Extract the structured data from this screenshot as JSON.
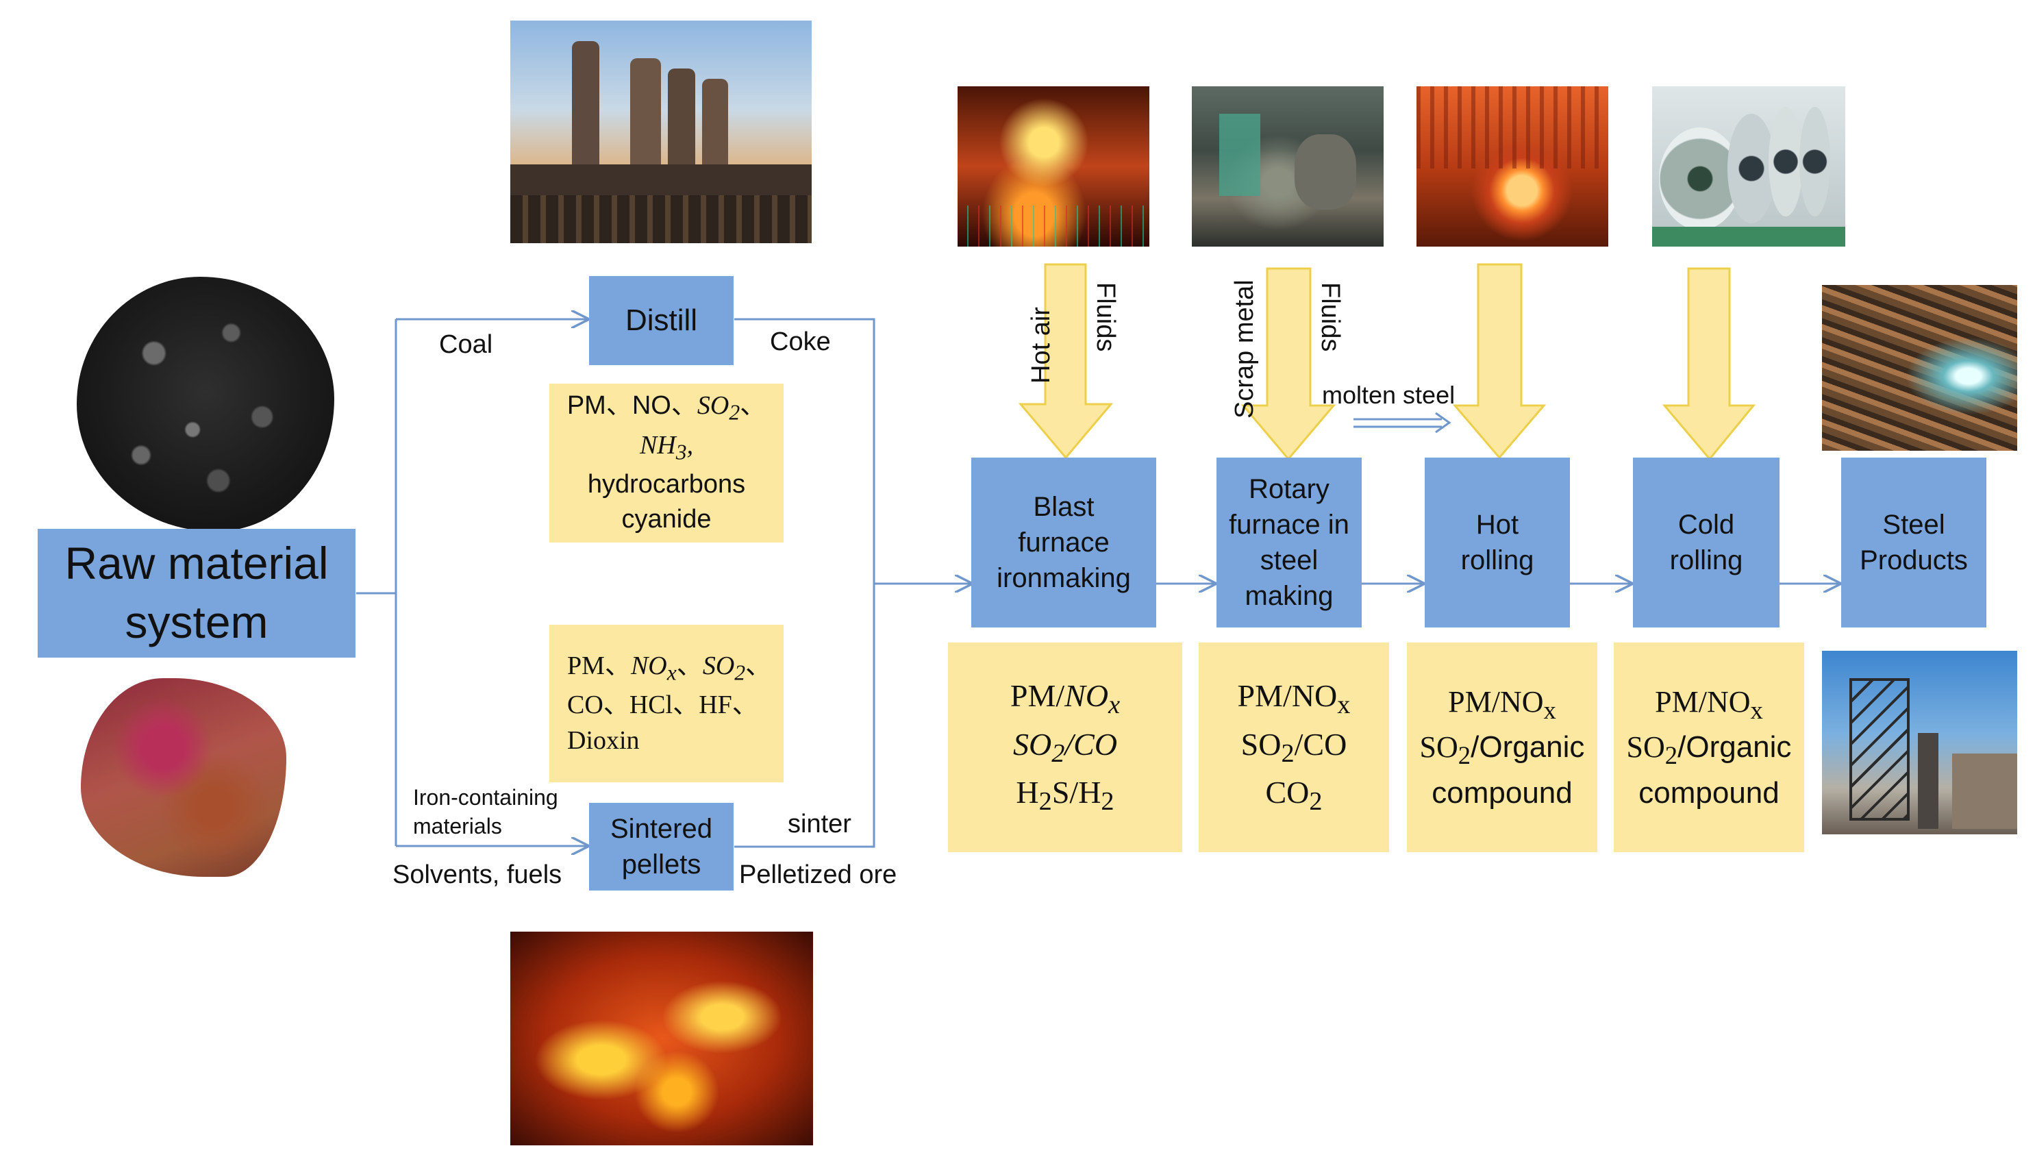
{
  "colors": {
    "process_box": "#7aa5dc",
    "emission_box": "#fde8a2",
    "flow_arrow": "#6f97cc",
    "input_arrow_fill": "#fde8a2",
    "input_arrow_stroke": "#eccf4a"
  },
  "nodes": {
    "raw_material": {
      "line1": "Raw material",
      "line2": "system"
    },
    "distill": "Distill",
    "sintered": {
      "line1": "Sintered",
      "line2": "pellets"
    },
    "blast": {
      "line1": "Blast",
      "line2": "furnace",
      "line3": "ironmaking"
    },
    "rotary": {
      "line1": "Rotary",
      "line2": "furnace in",
      "line3": "steel",
      "line4": "making"
    },
    "hot": {
      "line1": "Hot",
      "line2": "rolling"
    },
    "cold": {
      "line1": "Cold",
      "line2": "rolling"
    },
    "steel": {
      "line1": "Steel",
      "line2": "Products"
    }
  },
  "flow_labels": {
    "coal": "Coal",
    "coke": "Coke",
    "iron_containing_1": "Iron-containing",
    "iron_containing_2": "materials",
    "solvents": "Solvents, fuels",
    "sinter": "sinter",
    "pelletized": "Pelletized ore",
    "molten_steel": "molten steel"
  },
  "inputs": {
    "hot_air": "Hot air",
    "fluids_1": "Fluids",
    "scrap_metal": "Scrap metal",
    "fluids_2": "Fluids"
  },
  "emissions": {
    "coking": {
      "sep": "、",
      "pm": "PM",
      "no": "NO",
      "so": "SO",
      "so_sub": "2",
      "nh": "NH",
      "nh_sub": "3",
      "comma": ",",
      "hydrocarbons": "hydrocarbons",
      "cyanide": "cyanide"
    },
    "sintering": {
      "sep": "、",
      "pm": "PM",
      "no": "NO",
      "no_sub": "x",
      "so": "SO",
      "so_sub": "2",
      "co": "CO",
      "hcl": "HCl",
      "hf": "HF",
      "dioxin": "Dioxin"
    },
    "blast": {
      "slash": "/",
      "pm": "PM",
      "no": "NO",
      "no_sub": "x",
      "so": "SO",
      "so_sub": "2",
      "co": "CO",
      "h2s": "H",
      "h2s_sub": "2",
      "h2s_s": "S",
      "h": "H",
      "h_sub": "2"
    },
    "rotary": {
      "slash": "/",
      "pm": "PM",
      "no": "NO",
      "no_sub": "x",
      "so": "SO",
      "so_sub": "2",
      "co": "CO",
      "co2": "CO",
      "co2_sub": "2"
    },
    "hot": {
      "slash": "/",
      "pm": "PM",
      "no": "NO",
      "no_sub": "x",
      "so": "SO",
      "so_sub": "2",
      "organic": "Organic",
      "compound": "compound"
    },
    "cold": {
      "slash": "/",
      "pm": "PM",
      "no": "NO",
      "no_sub": "x",
      "so": "SO",
      "so_sub": "2",
      "organic": "Organic",
      "compound": "compound"
    }
  },
  "icons": [
    "coal-pile-photo",
    "iron-ore-photo",
    "blast-furnace-photo",
    "sinter-fire-photo",
    "molten-iron-pour-photo",
    "steel-plant-interior-photo",
    "hot-coil-photo",
    "cold-coil-photo",
    "steel-pipes-photo",
    "steel-plant-exterior-photo"
  ]
}
